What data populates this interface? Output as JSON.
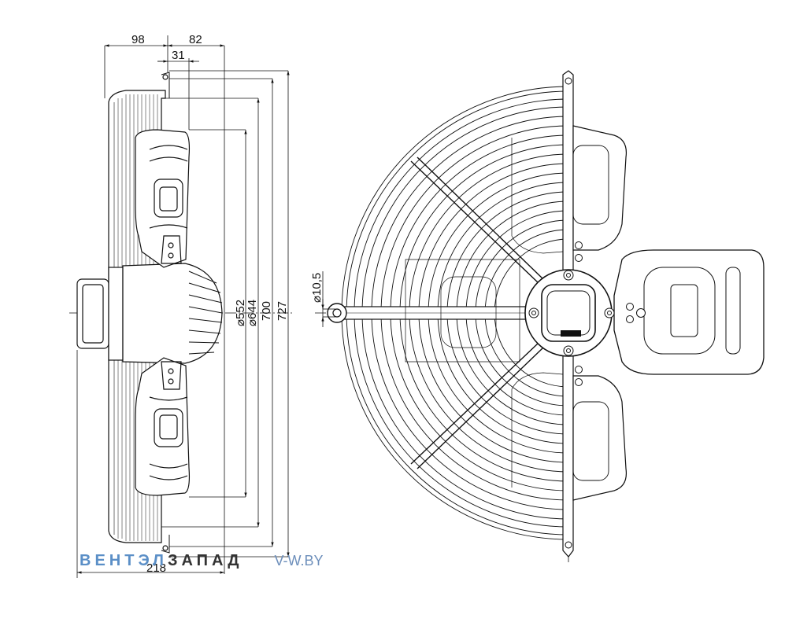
{
  "dimensions": {
    "d98": "98",
    "d82": "82",
    "d31": "31",
    "d218": "218",
    "d552": "⌀552",
    "d644": "⌀644",
    "d700": "700",
    "d727": "727",
    "d105": "⌀10,5"
  },
  "watermark": {
    "part1": "ВЕНТ",
    "part2": "ЭЛ",
    "part3": "ЗАПАД",
    "site": "V-W.BY"
  },
  "colors": {
    "line": "#111111",
    "watermark_blue": "#5b8fc7",
    "watermark_dark": "#333333"
  }
}
